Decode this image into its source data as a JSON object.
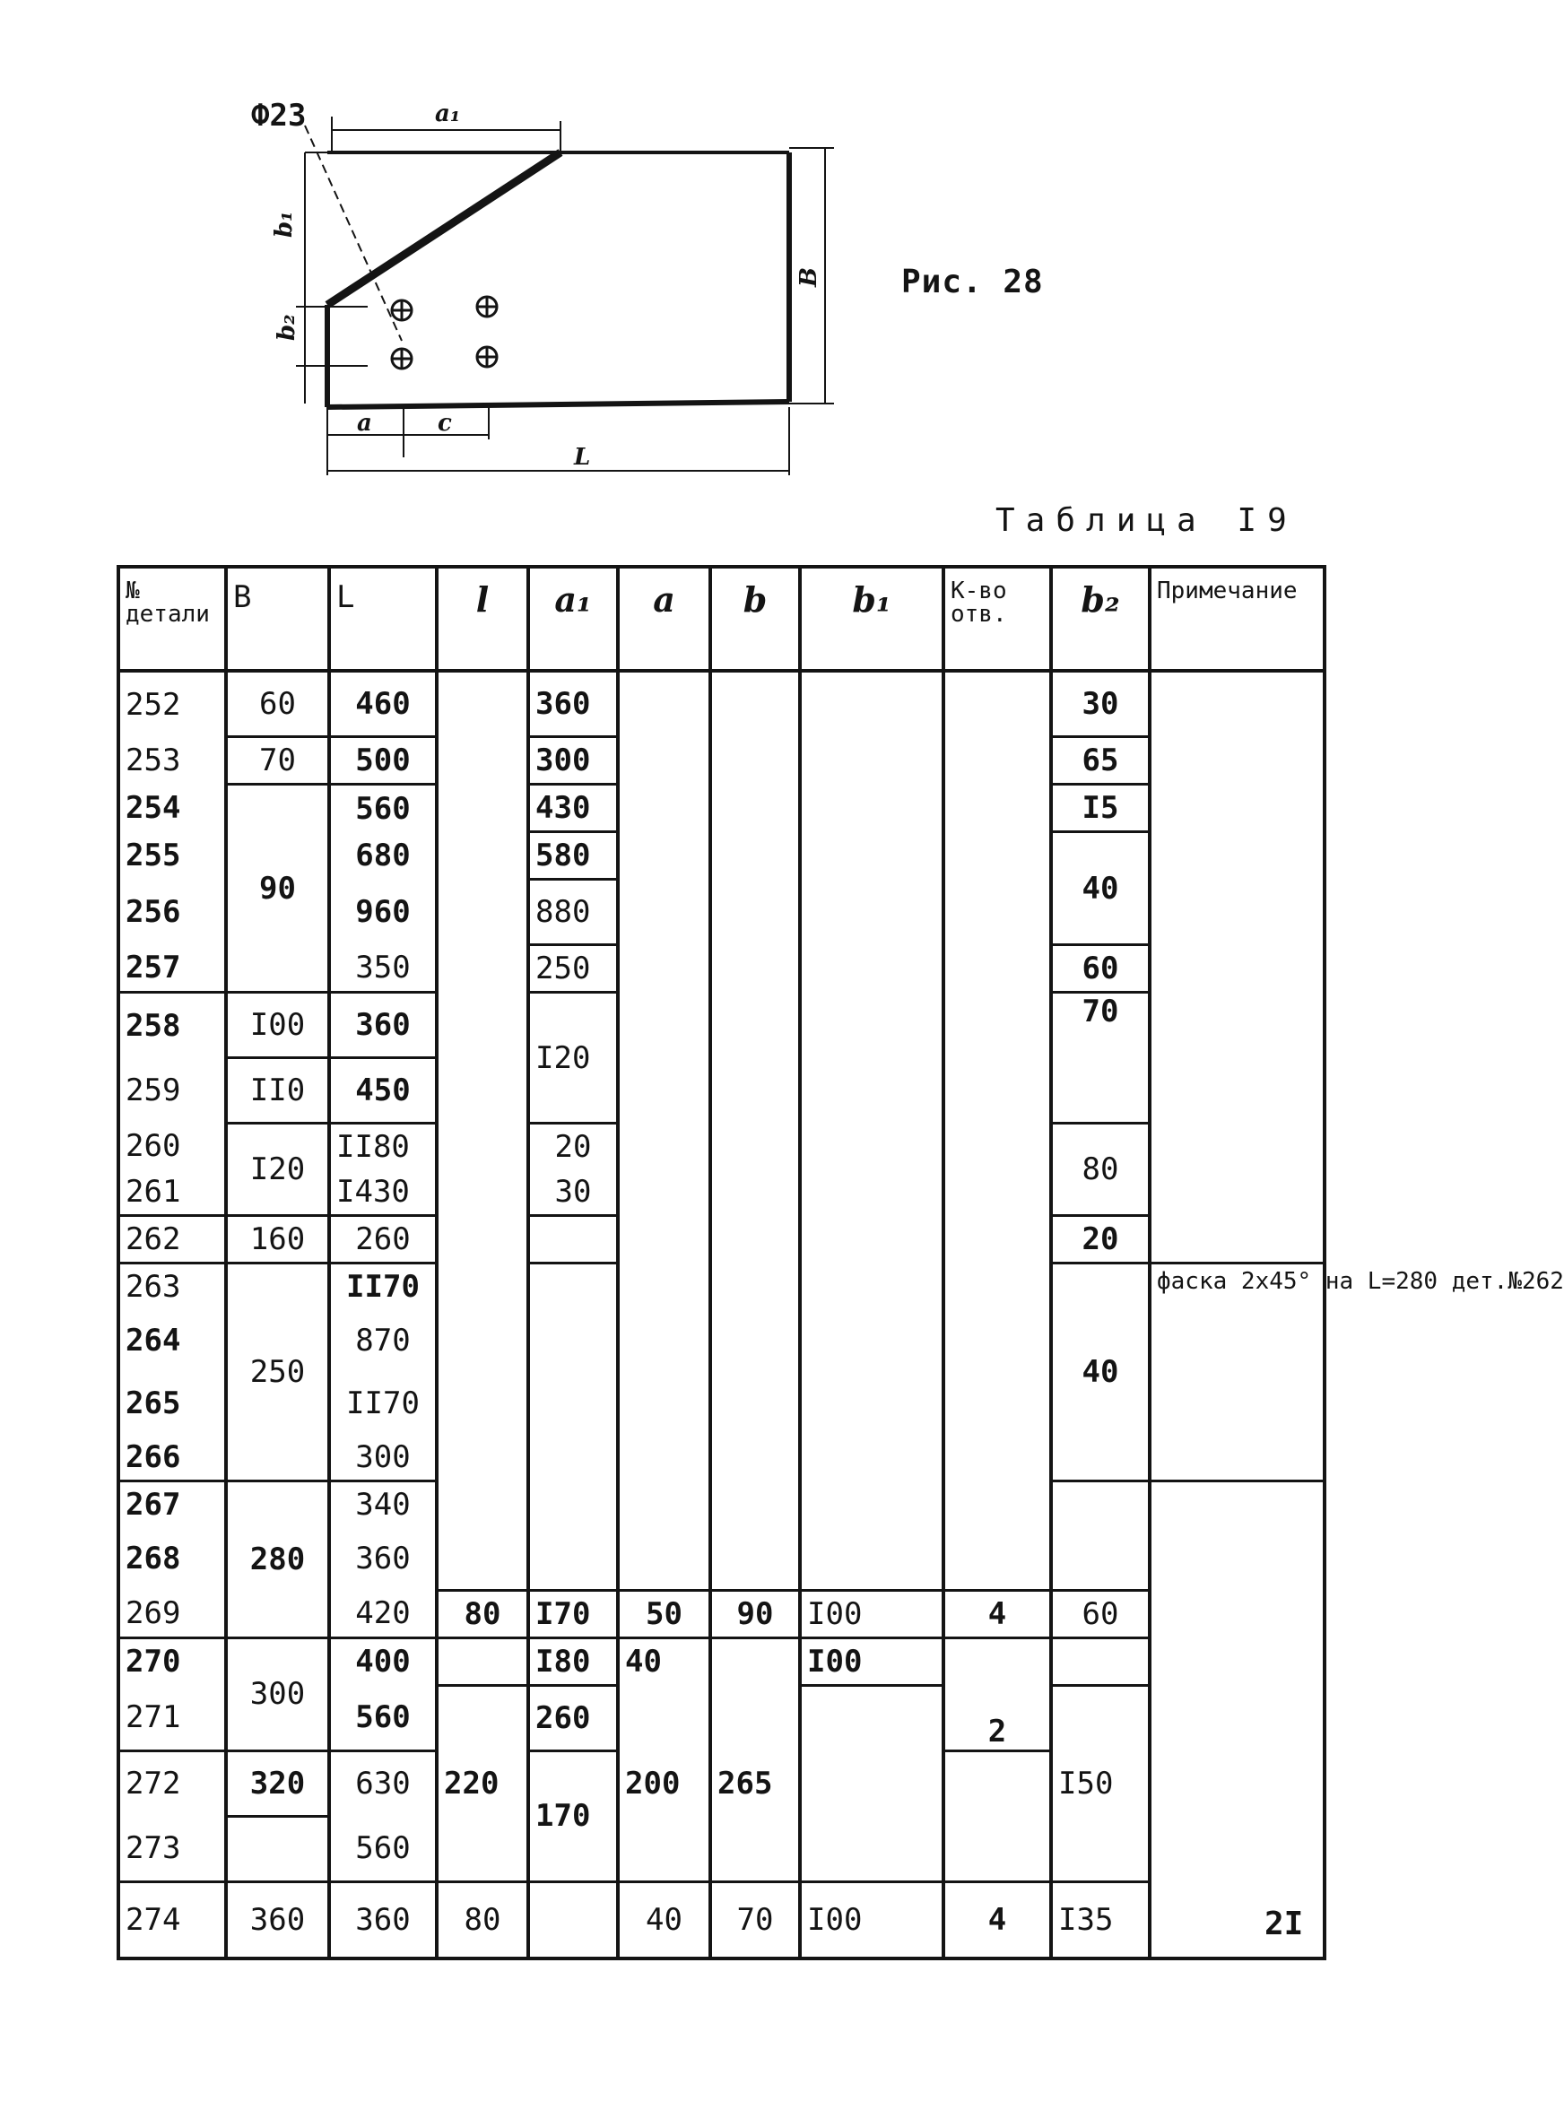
{
  "figure": {
    "labels": {
      "diameter": "Ф23",
      "a1": "a₁",
      "b1": "b₁",
      "b2": "b₂",
      "b_right": "B",
      "a": "a",
      "c": "c",
      "L": "L"
    },
    "caption": "Рис. 28"
  },
  "table": {
    "title": "Таблица I9",
    "headers": {
      "part_no": "№ детали",
      "B": "B",
      "L": "L",
      "l": "l",
      "a1": "a₁",
      "a": "a",
      "b": "b",
      "b1": "b₁",
      "holes": "К-во отв.",
      "b2": "b₂",
      "note": "Примечание"
    },
    "rows": {
      "r252": {
        "part": "252",
        "B": "60",
        "L": "460",
        "a1": "360",
        "b2": "30"
      },
      "r253": {
        "part": "253",
        "B": "70",
        "L": "500",
        "a1": "300",
        "b2": "65"
      },
      "r254": {
        "part": "254",
        "L": "560",
        "a1": "430",
        "b2": "I5"
      },
      "r255": {
        "part": "255",
        "B": "90",
        "L": "680",
        "a1": "580",
        "b2": "40"
      },
      "r256": {
        "part": "256",
        "L": "960",
        "a1": "880"
      },
      "r257": {
        "part": "257",
        "L": "350",
        "a1": "250",
        "b2": "60"
      },
      "r258": {
        "part": "258",
        "B": "I00",
        "L": "360",
        "a1": "I20",
        "b2": "70"
      },
      "r259": {
        "part": "259",
        "B": "II0",
        "L": "450"
      },
      "r260": {
        "part": "260",
        "L": "II80",
        "a1": "20",
        "b2": "80"
      },
      "r261": {
        "part": "261",
        "B": "I20",
        "L": "I430",
        "a1": "30"
      },
      "r262": {
        "part": "262",
        "B": "160",
        "L": "260",
        "b2": "20"
      },
      "r263": {
        "part": "263",
        "L": "II70",
        "b2": "40"
      },
      "r264": {
        "part": "264",
        "B": "250",
        "L": "870"
      },
      "r265": {
        "part": "265",
        "L": "II70"
      },
      "r266": {
        "part": "266",
        "L": "300"
      },
      "r267": {
        "part": "267",
        "L": "340"
      },
      "r268": {
        "part": "268",
        "B": "280",
        "L": "360"
      },
      "r269": {
        "part": "269",
        "L": "420",
        "l": "80",
        "a1": "I70",
        "a": "50",
        "b": "90",
        "b1": "I00",
        "holes": "4",
        "b2": "60"
      },
      "r270": {
        "part": "270",
        "B": "300",
        "L": "400",
        "a1": "I80",
        "a": "40",
        "b1": "I00"
      },
      "r271": {
        "part": "271",
        "L": "560",
        "a1": "260",
        "holes": "2"
      },
      "r272": {
        "part": "272",
        "B": "320",
        "L": "630",
        "l": "220",
        "a1": "170",
        "a": "200",
        "b": "265",
        "b2": "I50"
      },
      "r273": {
        "part": "273",
        "L": "560"
      },
      "r274": {
        "part": "274",
        "B": "360",
        "L": "360",
        "l": "80",
        "a": "40",
        "b": "70",
        "b1": "I00",
        "holes": "4",
        "b2": "I35"
      }
    },
    "note": "фаска 2x45° на L=280 дет.№262"
  },
  "page_number": "2I"
}
